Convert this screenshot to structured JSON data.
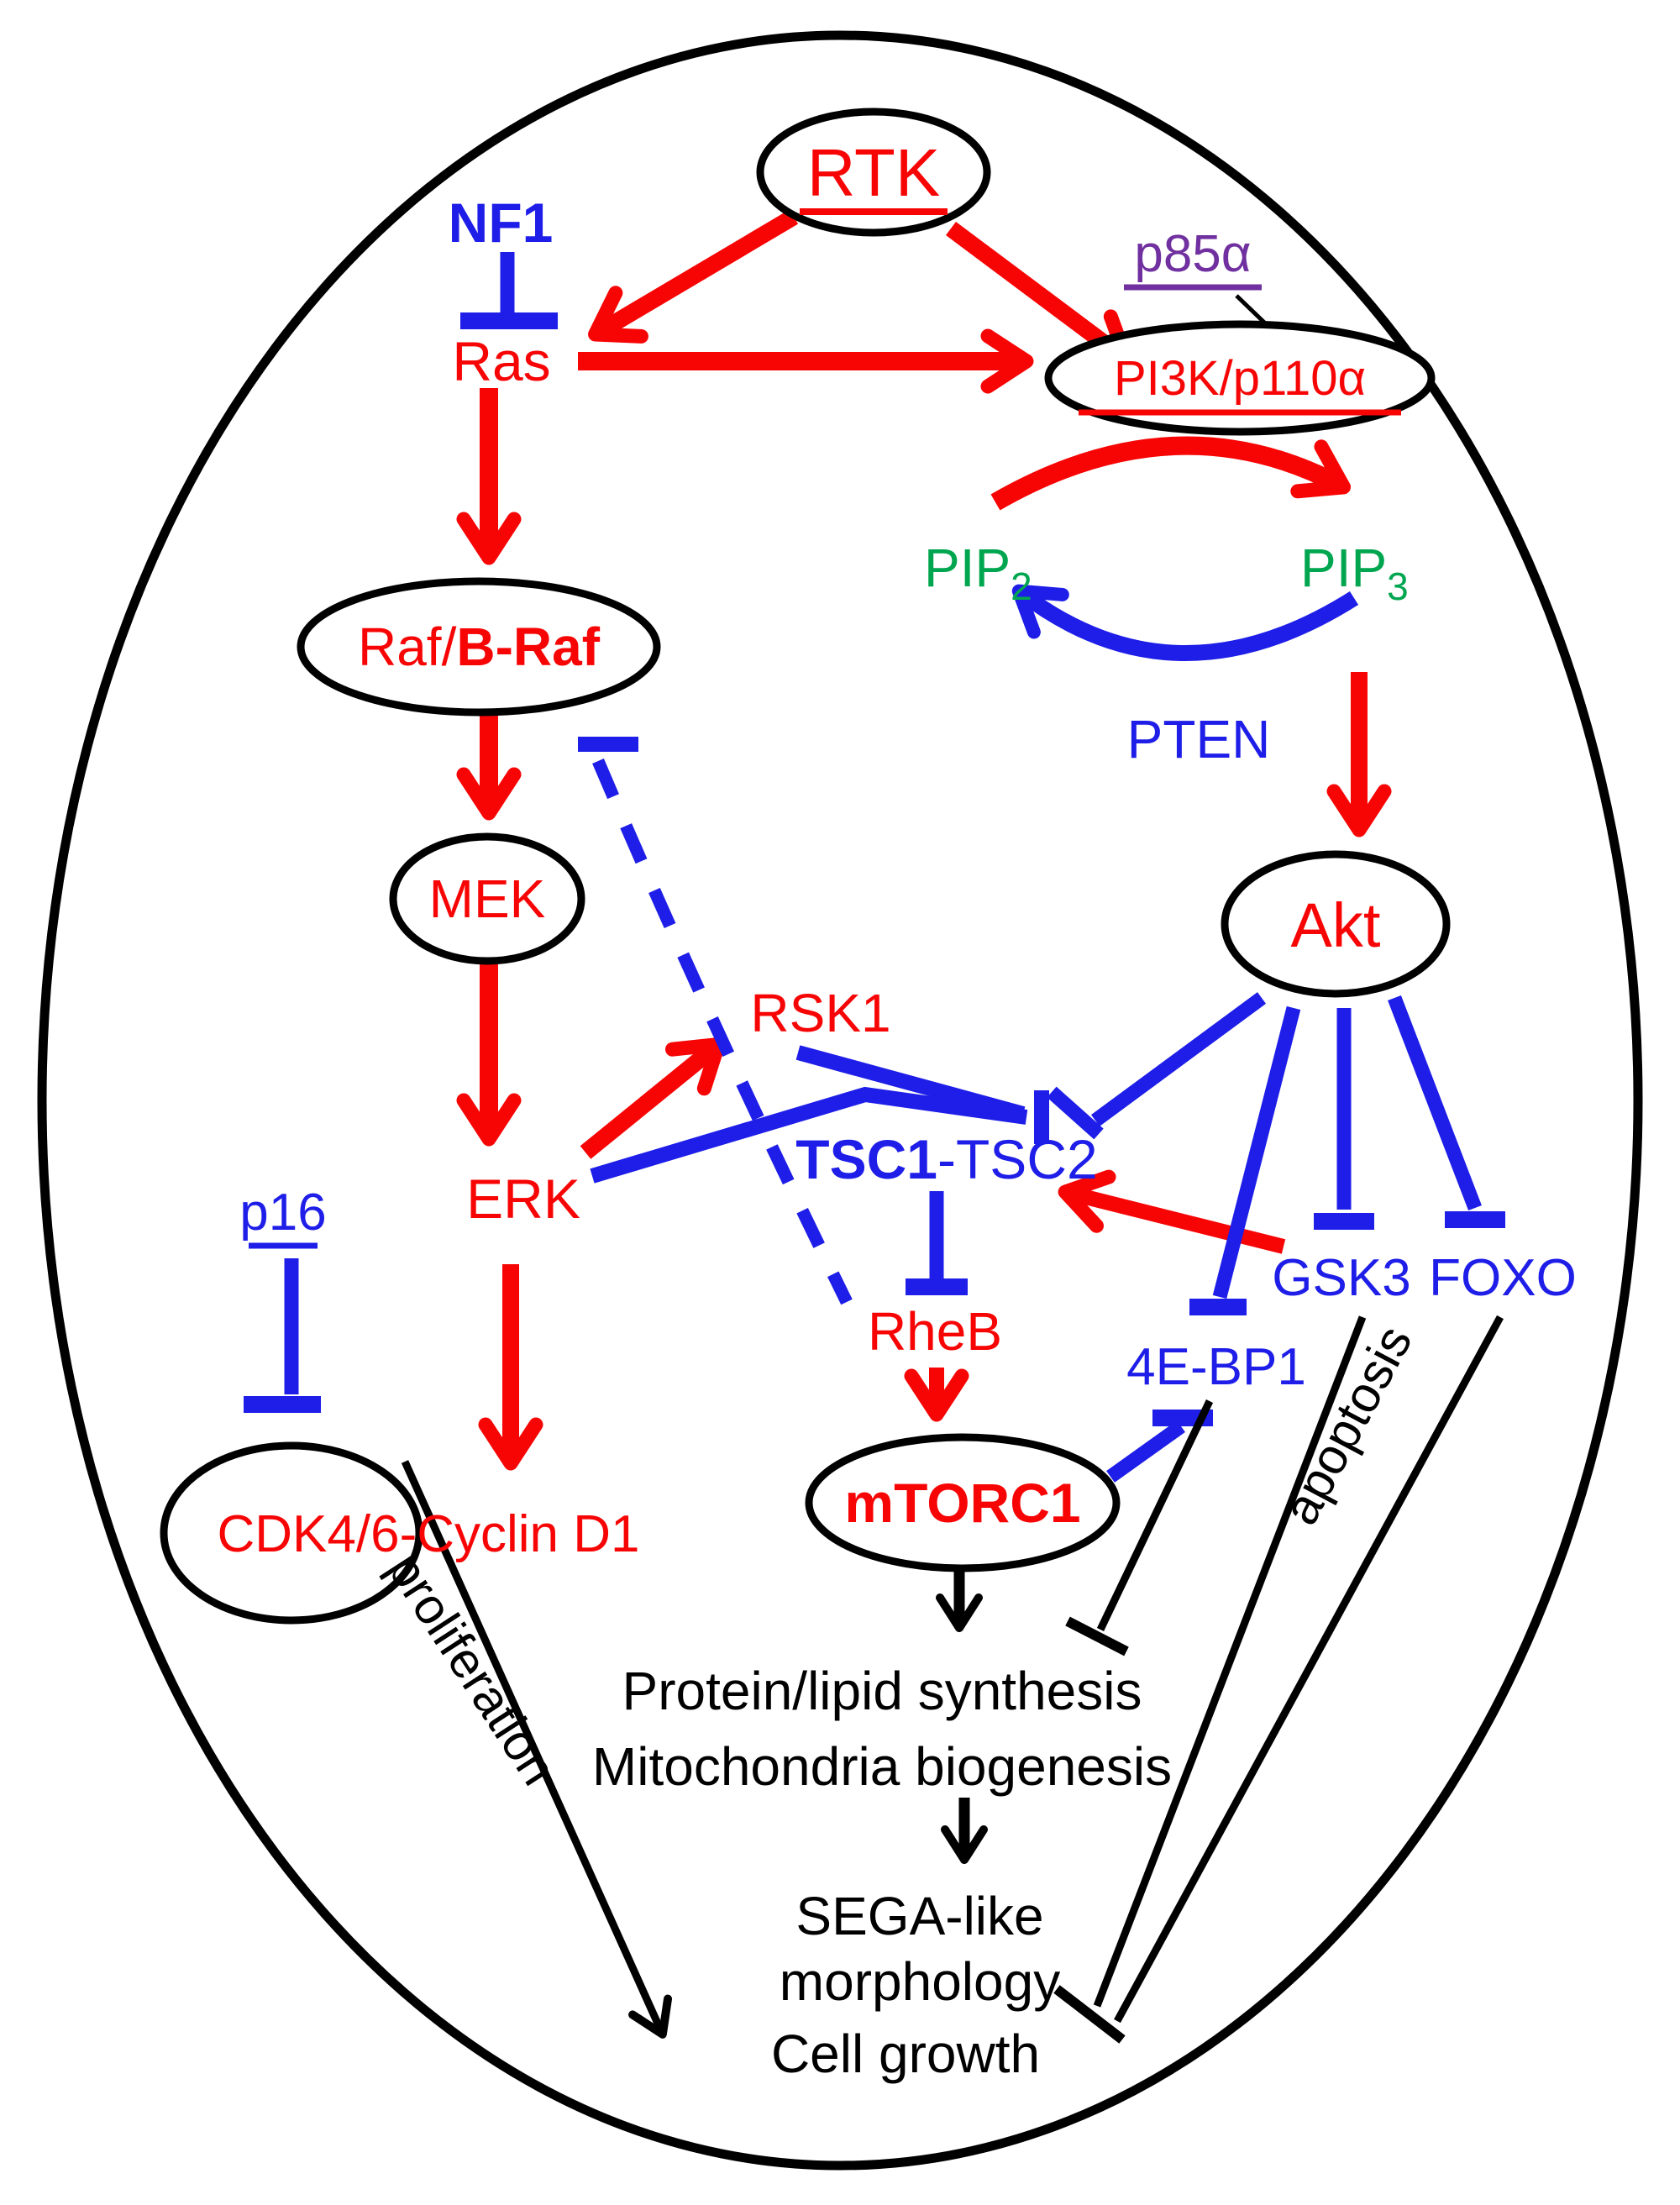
{
  "colors": {
    "red": "#F70505",
    "blue": "#1E1EE8",
    "green": "#00A64F",
    "purple": "#7030A0",
    "black": "#000000"
  },
  "nodes": {
    "rtk": "RTK",
    "nf1": "NF1",
    "ras": "Ras",
    "p85a": "p85α",
    "pi3k": "PI3K/p110α",
    "pip2_base": "PIP",
    "pip2_sub": "2",
    "pip3_base": "PIP",
    "pip3_sub": "3",
    "pten": "PTEN",
    "raf_normal": "Raf/",
    "raf_bold": "B-Raf",
    "mek": "MEK",
    "akt": "Akt",
    "rsk1": "RSK1",
    "erk": "ERK",
    "tsc1": "TSC1",
    "tsc2": "-TSC2",
    "p16": "p16",
    "cdk_cyclin": "CDK4/6-Cyclin D1",
    "rheb": "RheB",
    "mtorc1": "mTORC1",
    "ebp1": "4E-BP1",
    "gsk3": "GSK3",
    "foxo": "FOXO",
    "synthesis": "Protein/lipid synthesis",
    "biogenesis": "Mitochondria biogenesis",
    "sega_line1": "SEGA-like",
    "sega_line2": "morphology",
    "cell_growth": "Cell growth",
    "proliferation": "proliferation",
    "apoptosis": "apoptosis"
  }
}
